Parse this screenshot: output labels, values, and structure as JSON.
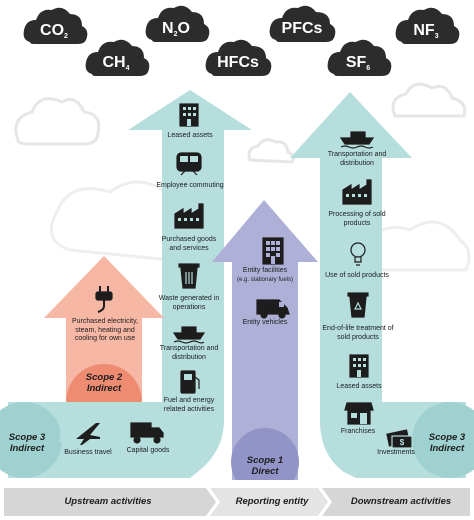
{
  "gases": [
    {
      "base": "CO",
      "sub": "2"
    },
    {
      "base": "N",
      "sub": "2",
      "tail": "O"
    },
    {
      "base": "PFCs",
      "sub": ""
    },
    {
      "base": "NF",
      "sub": "3"
    },
    {
      "base": "CH",
      "sub": "4"
    },
    {
      "base": "HFCs",
      "sub": ""
    },
    {
      "base": "SF",
      "sub": "6"
    }
  ],
  "upstream_items": {
    "leased_assets": "Leased assets",
    "employee_commuting": "Employee commuting",
    "purchased_goods": "Purchased goods and services",
    "waste": "Waste generated in operations",
    "transport": "Transportation and distribution",
    "fuel_energy": "Fuel and energy related activities",
    "business_travel": "Business travel",
    "capital_goods": "Capital goods"
  },
  "scope2": {
    "item": "Purchased electricity, steam, heating and cooling for own use",
    "title": "Scope 2",
    "subtitle": "Indirect"
  },
  "scope1": {
    "facilities": "Entity facilities",
    "facilities_note": "(e.g. stationary fuels)",
    "vehicles": "Entity vehicles",
    "title": "Scope 1",
    "subtitle": "Direct"
  },
  "downstream_items": {
    "transport": "Transportation and distribution",
    "processing": "Processing of sold products",
    "use": "Use of sold products",
    "end_of_life": "End-of-life treatment of sold products",
    "leased_assets": "Leased assets",
    "franchises": "Franchises",
    "investments": "Investments"
  },
  "scope3_left": {
    "title": "Scope 3",
    "subtitle": "Indirect"
  },
  "scope3_right": {
    "title": "Scope 3",
    "subtitle": "Indirect"
  },
  "footer": {
    "upstream": "Upstream activities",
    "reporting": "Reporting entity",
    "downstream": "Downstream activities"
  },
  "colors": {
    "cloud": "#2c2c2c",
    "teal": "#b5dedd",
    "teal_circle": "#9ed1cf",
    "purple": "#aeb0d8",
    "purple_circle": "#9294c7",
    "salmon": "#f6b7a5",
    "salmon_circle": "#ee8c72",
    "footer": "#dadada"
  }
}
